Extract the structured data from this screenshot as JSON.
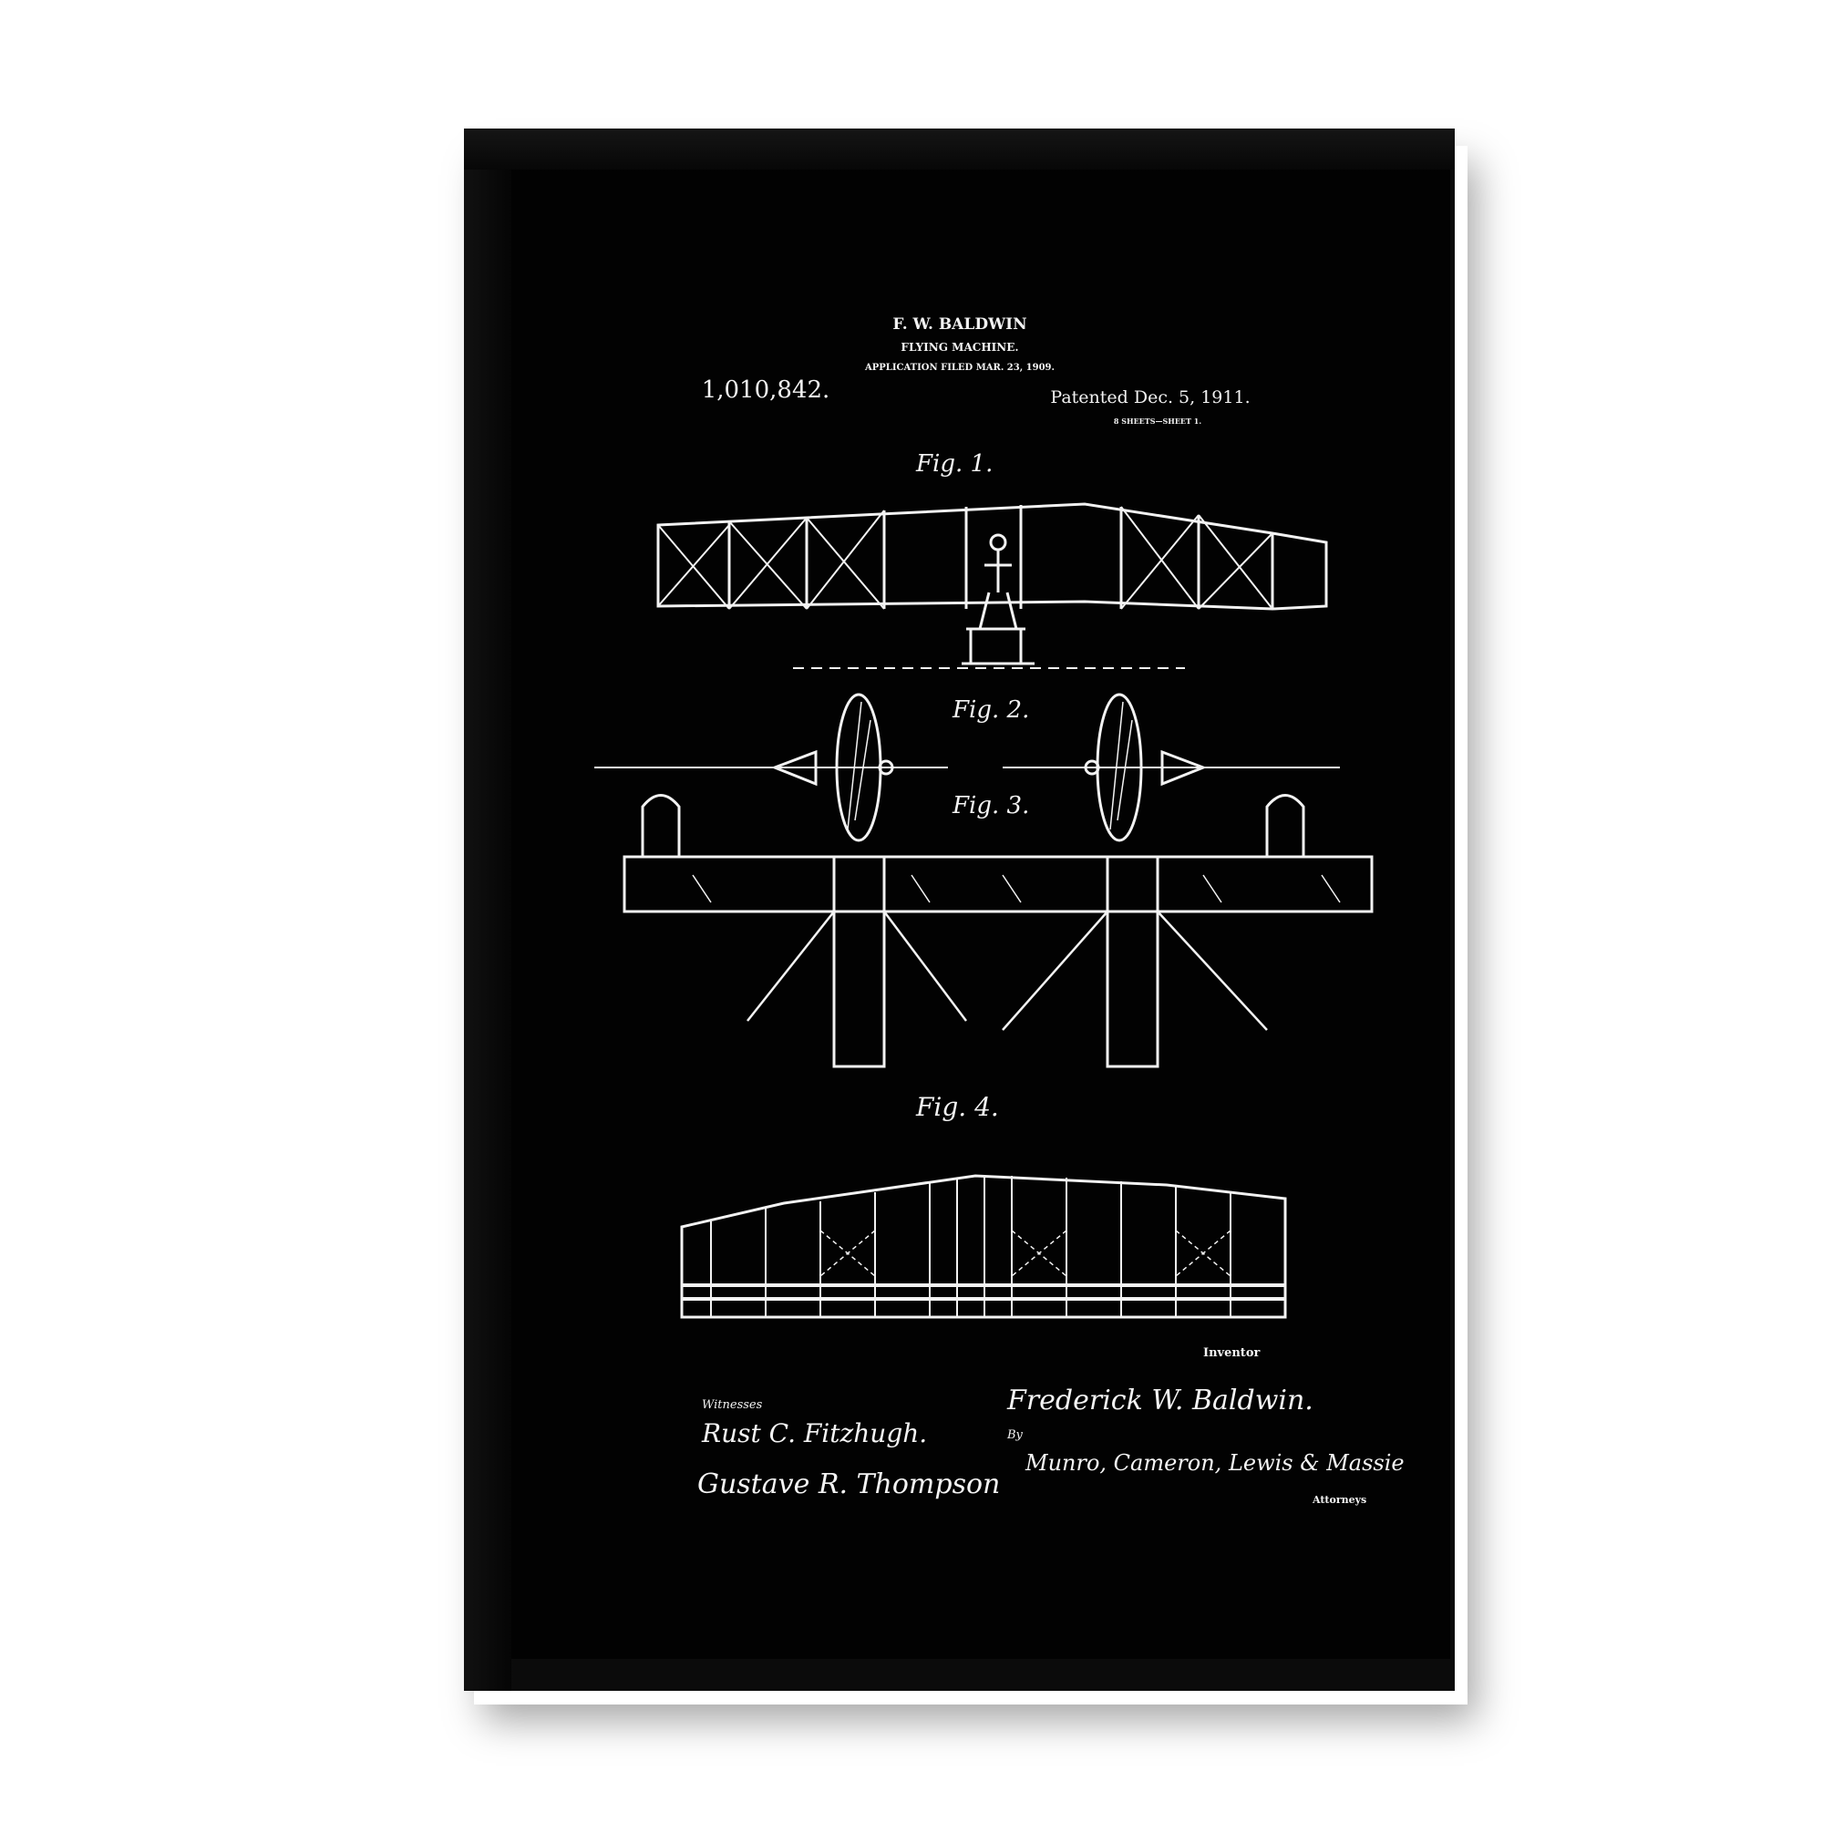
{
  "header": {
    "inventor": "F. W. BALDWIN",
    "title": "FLYING MACHINE.",
    "application": "APPLICATION FILED MAR. 23, 1909.",
    "patent_number": "1,010,842.",
    "patented": "Patented Dec. 5, 1911.",
    "sheets": "8 SHEETS—SHEET 1."
  },
  "figures": {
    "fig1": "Fig. 1.",
    "fig2": "Fig. 2.",
    "fig3": "Fig. 3.",
    "fig4": "Fig. 4."
  },
  "signatures": {
    "witnesses_label": "Witnesses",
    "witness1": "Rust C. Fitzhugh.",
    "witness2": "Gustave R. Thompson",
    "inventor_label": "Inventor",
    "inventor_signature": "Frederick W. Baldwin.",
    "by_label": "By",
    "attorneys_signature": "Munro, Cameron, Lewis & Massie",
    "attorneys_label": "Attorneys"
  },
  "colors": {
    "frame": "#0b0b0b",
    "print_background": "#020202",
    "ink": "#f2f2f2"
  }
}
